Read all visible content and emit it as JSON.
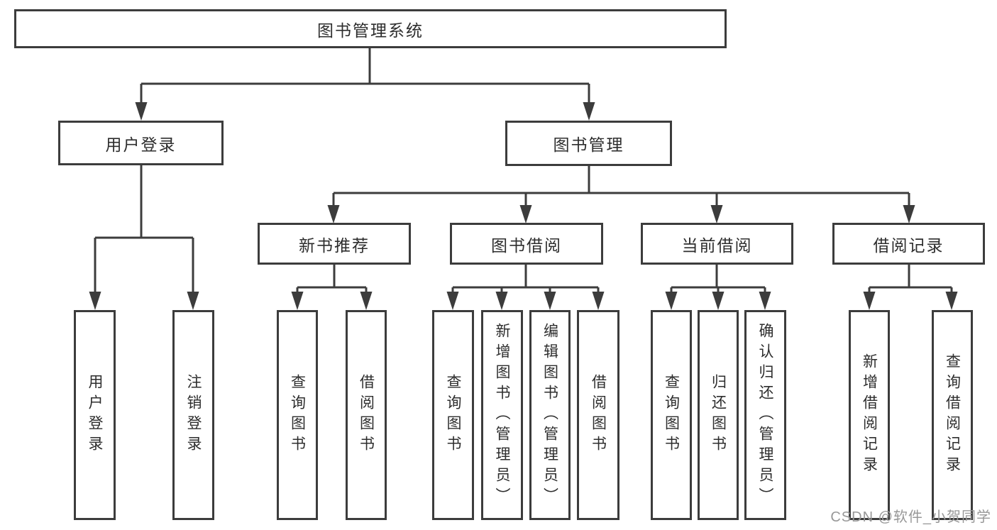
{
  "diagram": {
    "tree": {
      "label": "图书管理系统",
      "children": [
        {
          "label": "用户登录",
          "children": [
            {
              "label": "用户登录"
            },
            {
              "label": "注销登录"
            }
          ]
        },
        {
          "label": "图书管理",
          "children": [
            {
              "label": "新书推荐",
              "children": [
                {
                  "label": "查询图书"
                },
                {
                  "label": "借阅图书"
                }
              ]
            },
            {
              "label": "图书借阅",
              "children": [
                {
                  "label": "查询图书"
                },
                {
                  "label": "新增图书（管理员）"
                },
                {
                  "label": "编辑图书（管理员）"
                },
                {
                  "label": "借阅图书"
                }
              ]
            },
            {
              "label": "当前借阅",
              "children": [
                {
                  "label": "查询图书"
                },
                {
                  "label": "归还图书"
                },
                {
                  "label": "确认归还（管理员）"
                }
              ]
            },
            {
              "label": "借阅记录",
              "children": [
                {
                  "label": "新增借阅记录"
                },
                {
                  "label": "查询借阅记录"
                }
              ]
            }
          ]
        }
      ]
    }
  },
  "watermark": {
    "text": "CSDN @软件_小贺同学"
  },
  "colors": {
    "line": "#3c3c3c",
    "box_border": "#3c3c3c",
    "text": "#2d2d2d",
    "watermark": "#989898",
    "background": "#ffffff"
  }
}
